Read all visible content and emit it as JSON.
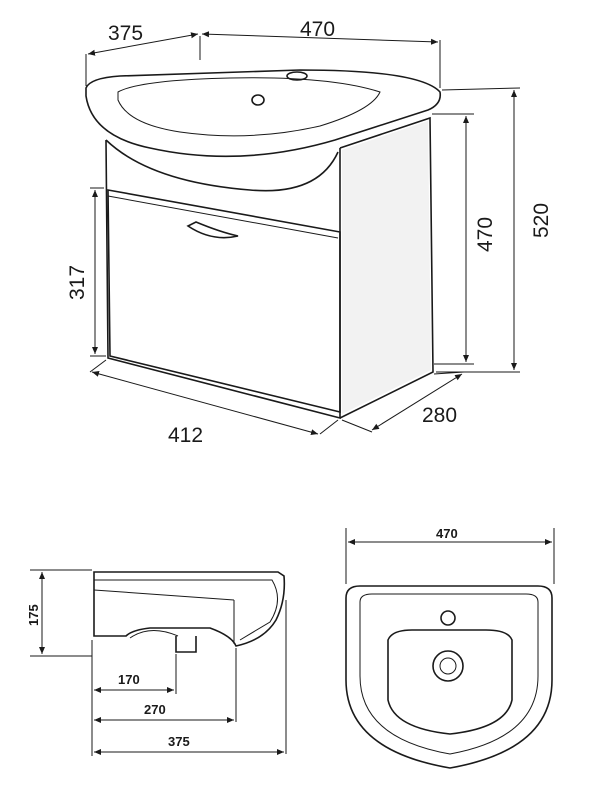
{
  "top_view": {
    "depth_top": "375",
    "width_top": "470",
    "height_total": "520",
    "height_cabinet": "470",
    "height_door": "317",
    "width_bottom": "412",
    "depth_bottom": "280"
  },
  "side_view": {
    "height": "175",
    "dim_170": "170",
    "dim_270": "270",
    "dim_375": "375"
  },
  "plan_view": {
    "width": "470"
  }
}
